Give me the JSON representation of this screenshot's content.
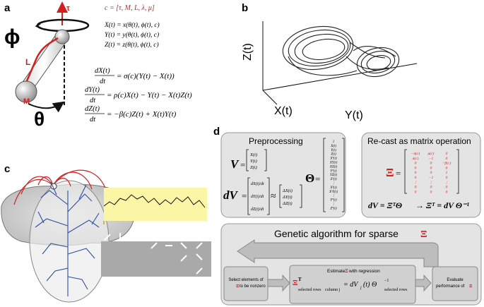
{
  "panels": {
    "a": "a",
    "b": "b",
    "c": "c",
    "d": "d"
  },
  "panel_a": {
    "c_def": "c = [τ, M, L, λ, μ]",
    "tau": "τ",
    "phi": "ϕ",
    "theta": "θ",
    "L": "L",
    "M": "M",
    "X_line": "X(t) = x(θ(t), ϕ(t), c)",
    "Y_line": "Y(t) = y(θ(t), ϕ(t), c)",
    "Z_line": "Z(t) = z(θ(t), ϕ(t), c)",
    "eq1_lhs_num": "dX(t)",
    "eq_den": "dt",
    "eq1_rhs": "= σ(c)(Y(t) − X(t))",
    "eq2_lhs_num": "dY(t)",
    "eq2_rhs": "= ρ(c)X(t) − Y(t) − X(t)Z(t)",
    "eq3_lhs_num": "dZ(t)",
    "eq3_rhs": "= −β(c)Z(t) + X(t)Y(t)"
  },
  "panel_b": {
    "z_axis": "Z(t)",
    "x_axis": "X(t)",
    "y_axis": "Y(t)"
  },
  "panel_d": {
    "preprocessing_title": "Preprocessing",
    "recast_title": "Re-cast as matrix operation",
    "V_symbol": "V",
    "V_entries": [
      "X(t)",
      "Y(t)",
      "Z(t)"
    ],
    "dV_symbol": "dV",
    "dV_entries": [
      "dX(t)/dt",
      "dY(t)/dt",
      "dZ(t)/dt"
    ],
    "approx": "≈",
    "delta_entries": [
      "ΔX(t)",
      "ΔY(t)",
      "ΔZ(t)"
    ],
    "Theta_symbol": "Θ",
    "Theta_entries": [
      "1",
      "X(t)",
      "Y(t)",
      "Z(t)",
      "X²(t)",
      "XY(t)",
      "XZ(t)",
      "Y²(t)",
      "YZ(t)",
      "Z²(t)",
      "⋮",
      "X³(t)",
      "X²Y(t)",
      "⋮",
      "Y⁵(t)",
      "⋮",
      "Z⁵(t)"
    ],
    "Xi_symbol": "Ξ",
    "Xi_rows": [
      [
        "−σ(c)",
        "ρ(c)",
        "0"
      ],
      [
        "σ(c)",
        "−1",
        "0"
      ],
      [
        "0",
        "0",
        "−β(c)"
      ],
      [
        "0",
        "0",
        "0"
      ],
      [
        "0",
        "0",
        "1"
      ],
      [
        "0",
        "−1",
        "0"
      ],
      [
        "⋮",
        "⋮",
        "⋮"
      ],
      [
        "0",
        "0",
        "0"
      ],
      [
        "0",
        "0",
        "0"
      ]
    ],
    "recast_eq_left": "dV = ΞᵀΘ",
    "recast_arrow": "→",
    "recast_eq_right": "Ξᵀ = dV Θ⁻¹",
    "ga_title_prefix": "Genetic algorithm for sparse ",
    "ga_title_symbol": "Ξ",
    "select_line1": "Select elements of",
    "select_line2_suffix": " to be nonzero",
    "estimate_prefix": "Estimate ",
    "estimate_suffix": " with regression",
    "regress_rows_label": "selected rows",
    "regress_col_label": "column j",
    "regress_rhs": "= dV",
    "regress_j": "j",
    "regress_t": "(t) Θ",
    "regress_inv": "−1",
    "regress_sub": "selected rows",
    "evaluate_line1": "Evaluate",
    "evaluate_line2": "performance of "
  }
}
